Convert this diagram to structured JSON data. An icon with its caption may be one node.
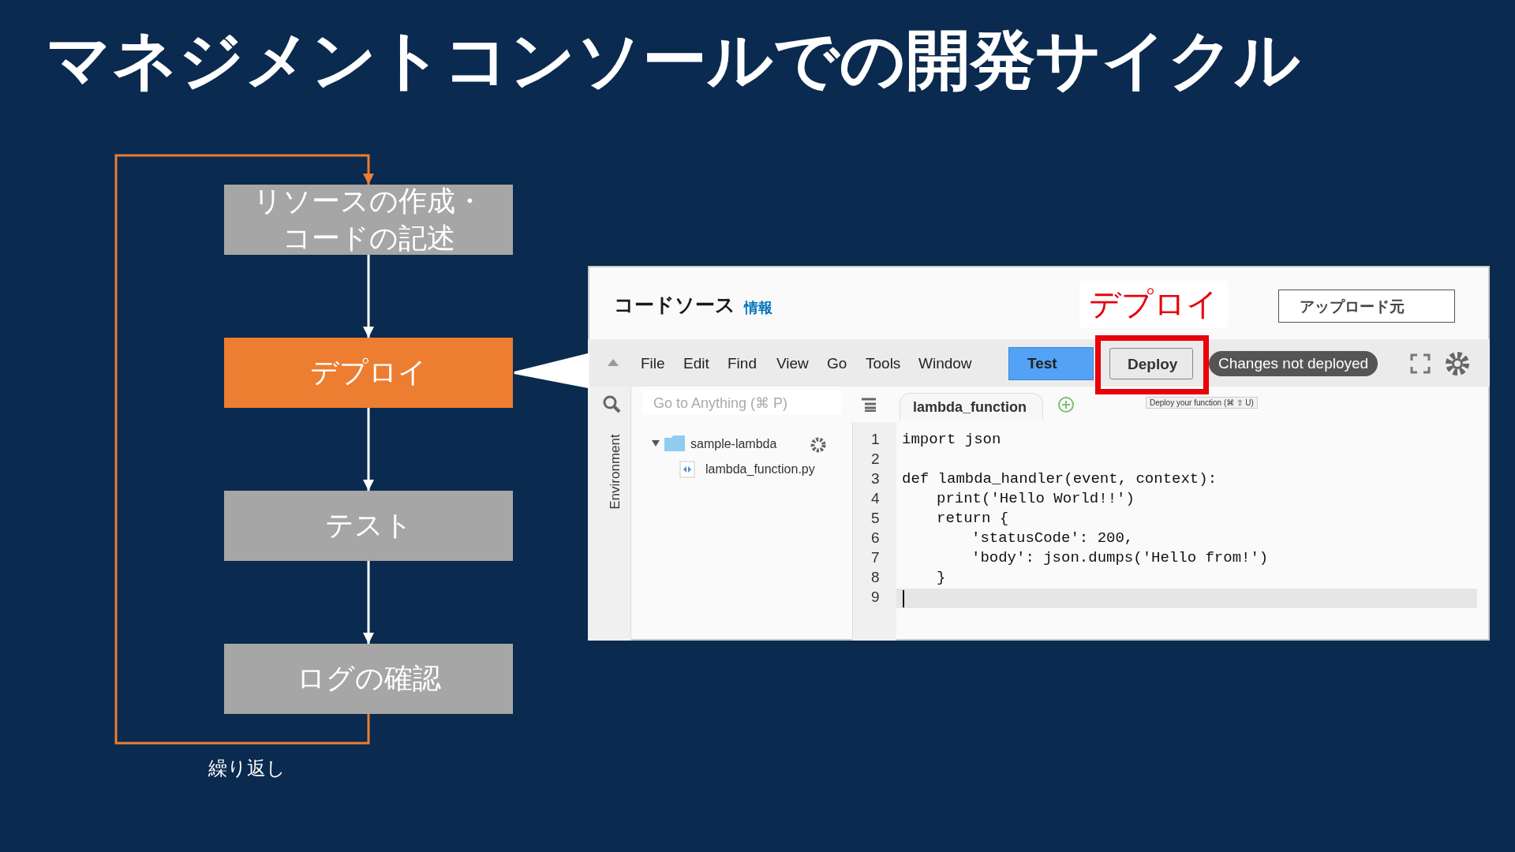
{
  "diagram": {
    "title": "マネジメントコンソールでの開発サイクル",
    "nodes": [
      {
        "text": [
          "リソースの作成・コードの記述"
        ]
      },
      {
        "text": [
          "デプロイ"
        ]
      },
      {
        "text": [
          "テスト"
        ]
      },
      {
        "text": [
          "ログの確認"
        ]
      },
      {
        "text": [],
        "shape": "box"
      }
    ],
    "edges": [
      {
        "from": 0,
        "to": 1,
        "arrow": "to"
      },
      {
        "from": 1,
        "to": 2,
        "arrow": "to"
      },
      {
        "from": 2,
        "to": 3,
        "arrow": "to"
      },
      {
        "from": 3,
        "to": 0,
        "arrow": "to",
        "label": "繰り返し",
        "color": "#ed7d31"
      },
      {
        "from": 4,
        "to": 1,
        "arrow": "none"
      }
    ],
    "labels": [
      "コードソース",
      "情報",
      "デプロイ",
      "アップロード元",
      "File",
      "Edit",
      "Find",
      "View",
      "Go",
      "Tools",
      "Window",
      "Test",
      "Deploy",
      "Changes not deployed",
      "Deploy your function (⌘ ⇧ U)",
      "Go to Anything (⌘ P)",
      "lambda_function",
      "Environment",
      "sample-lambda",
      "lambda_function.py",
      "1",
      "2",
      "3",
      "4",
      "5",
      "6",
      "7",
      "8",
      "9",
      "import json",
      "def lambda_handler(event, context):",
      "print('Hello World!!')",
      "return {",
      "'statusCode': 200,",
      "'body': json.dumps('Hello from!')",
      "}"
    ]
  }
}
